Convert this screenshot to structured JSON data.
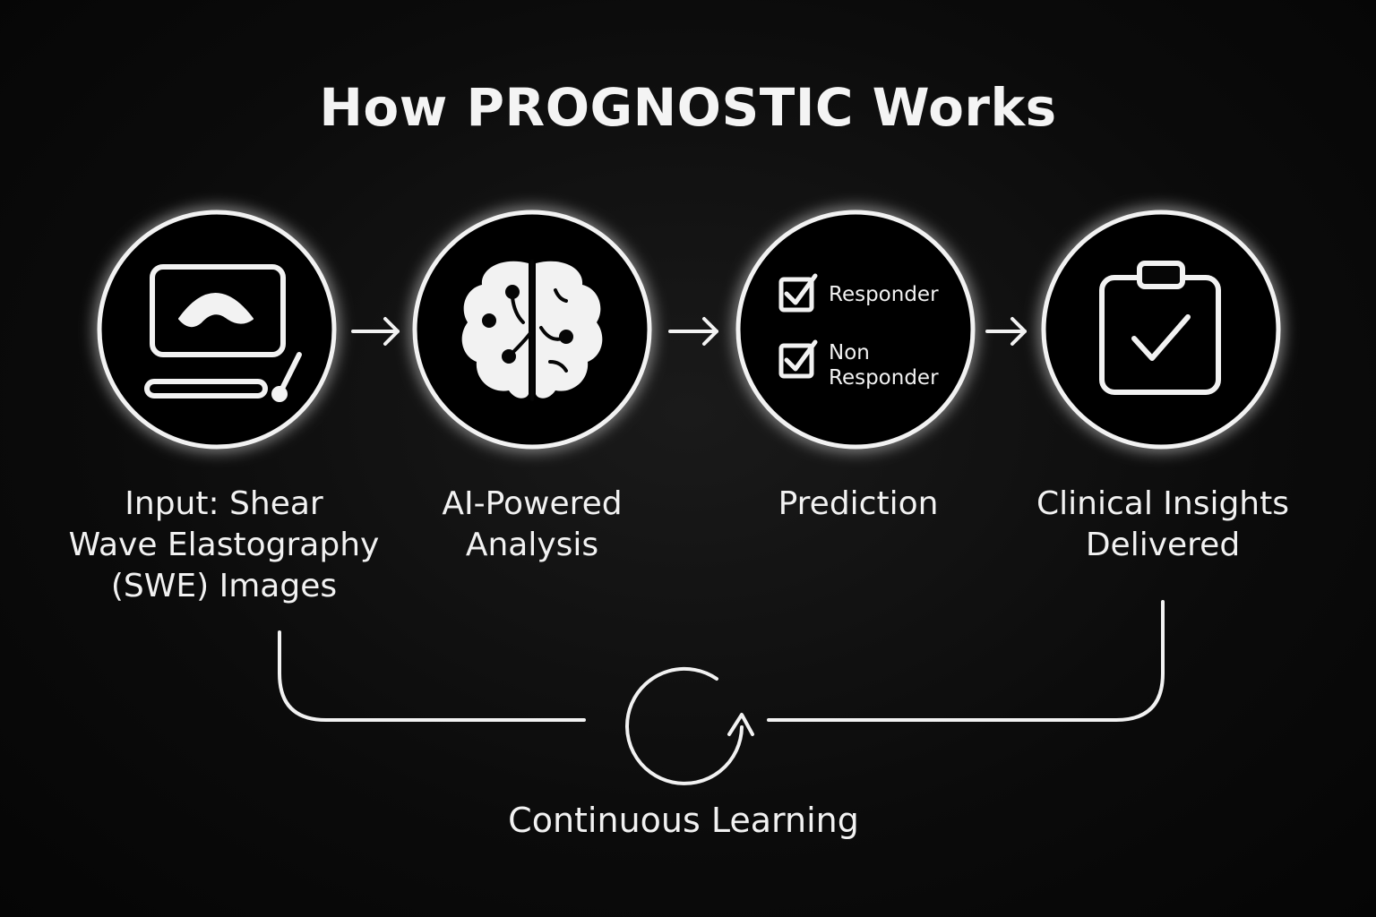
{
  "title": "How PROGNOSTIC Works",
  "steps": [
    {
      "icon": "ultrasound-machine-icon",
      "label_lines": [
        "Input: Shear",
        "Wave Elastography",
        "(SWE) Images"
      ]
    },
    {
      "icon": "brain-icon",
      "label_lines": [
        "AI-Powered",
        "Analysis"
      ]
    },
    {
      "icon": "checklist-icon",
      "label_lines": [
        "Prediction"
      ],
      "options": [
        {
          "lines": [
            "Responder"
          ]
        },
        {
          "lines": [
            "Non",
            "Responder"
          ]
        }
      ]
    },
    {
      "icon": "clipboard-check-icon",
      "label_lines": [
        "Clinical Insights",
        "Delivered"
      ]
    }
  ],
  "connectors": [
    "arrow-right-icon",
    "arrow-right-icon",
    "arrow-right-icon"
  ],
  "loop": {
    "icon": "refresh-cycle-icon",
    "label": "Continuous Learning"
  },
  "colors": {
    "background": "#0b0b0b",
    "stroke": "#f2f2f2",
    "glow": "#9fb6d6"
  }
}
